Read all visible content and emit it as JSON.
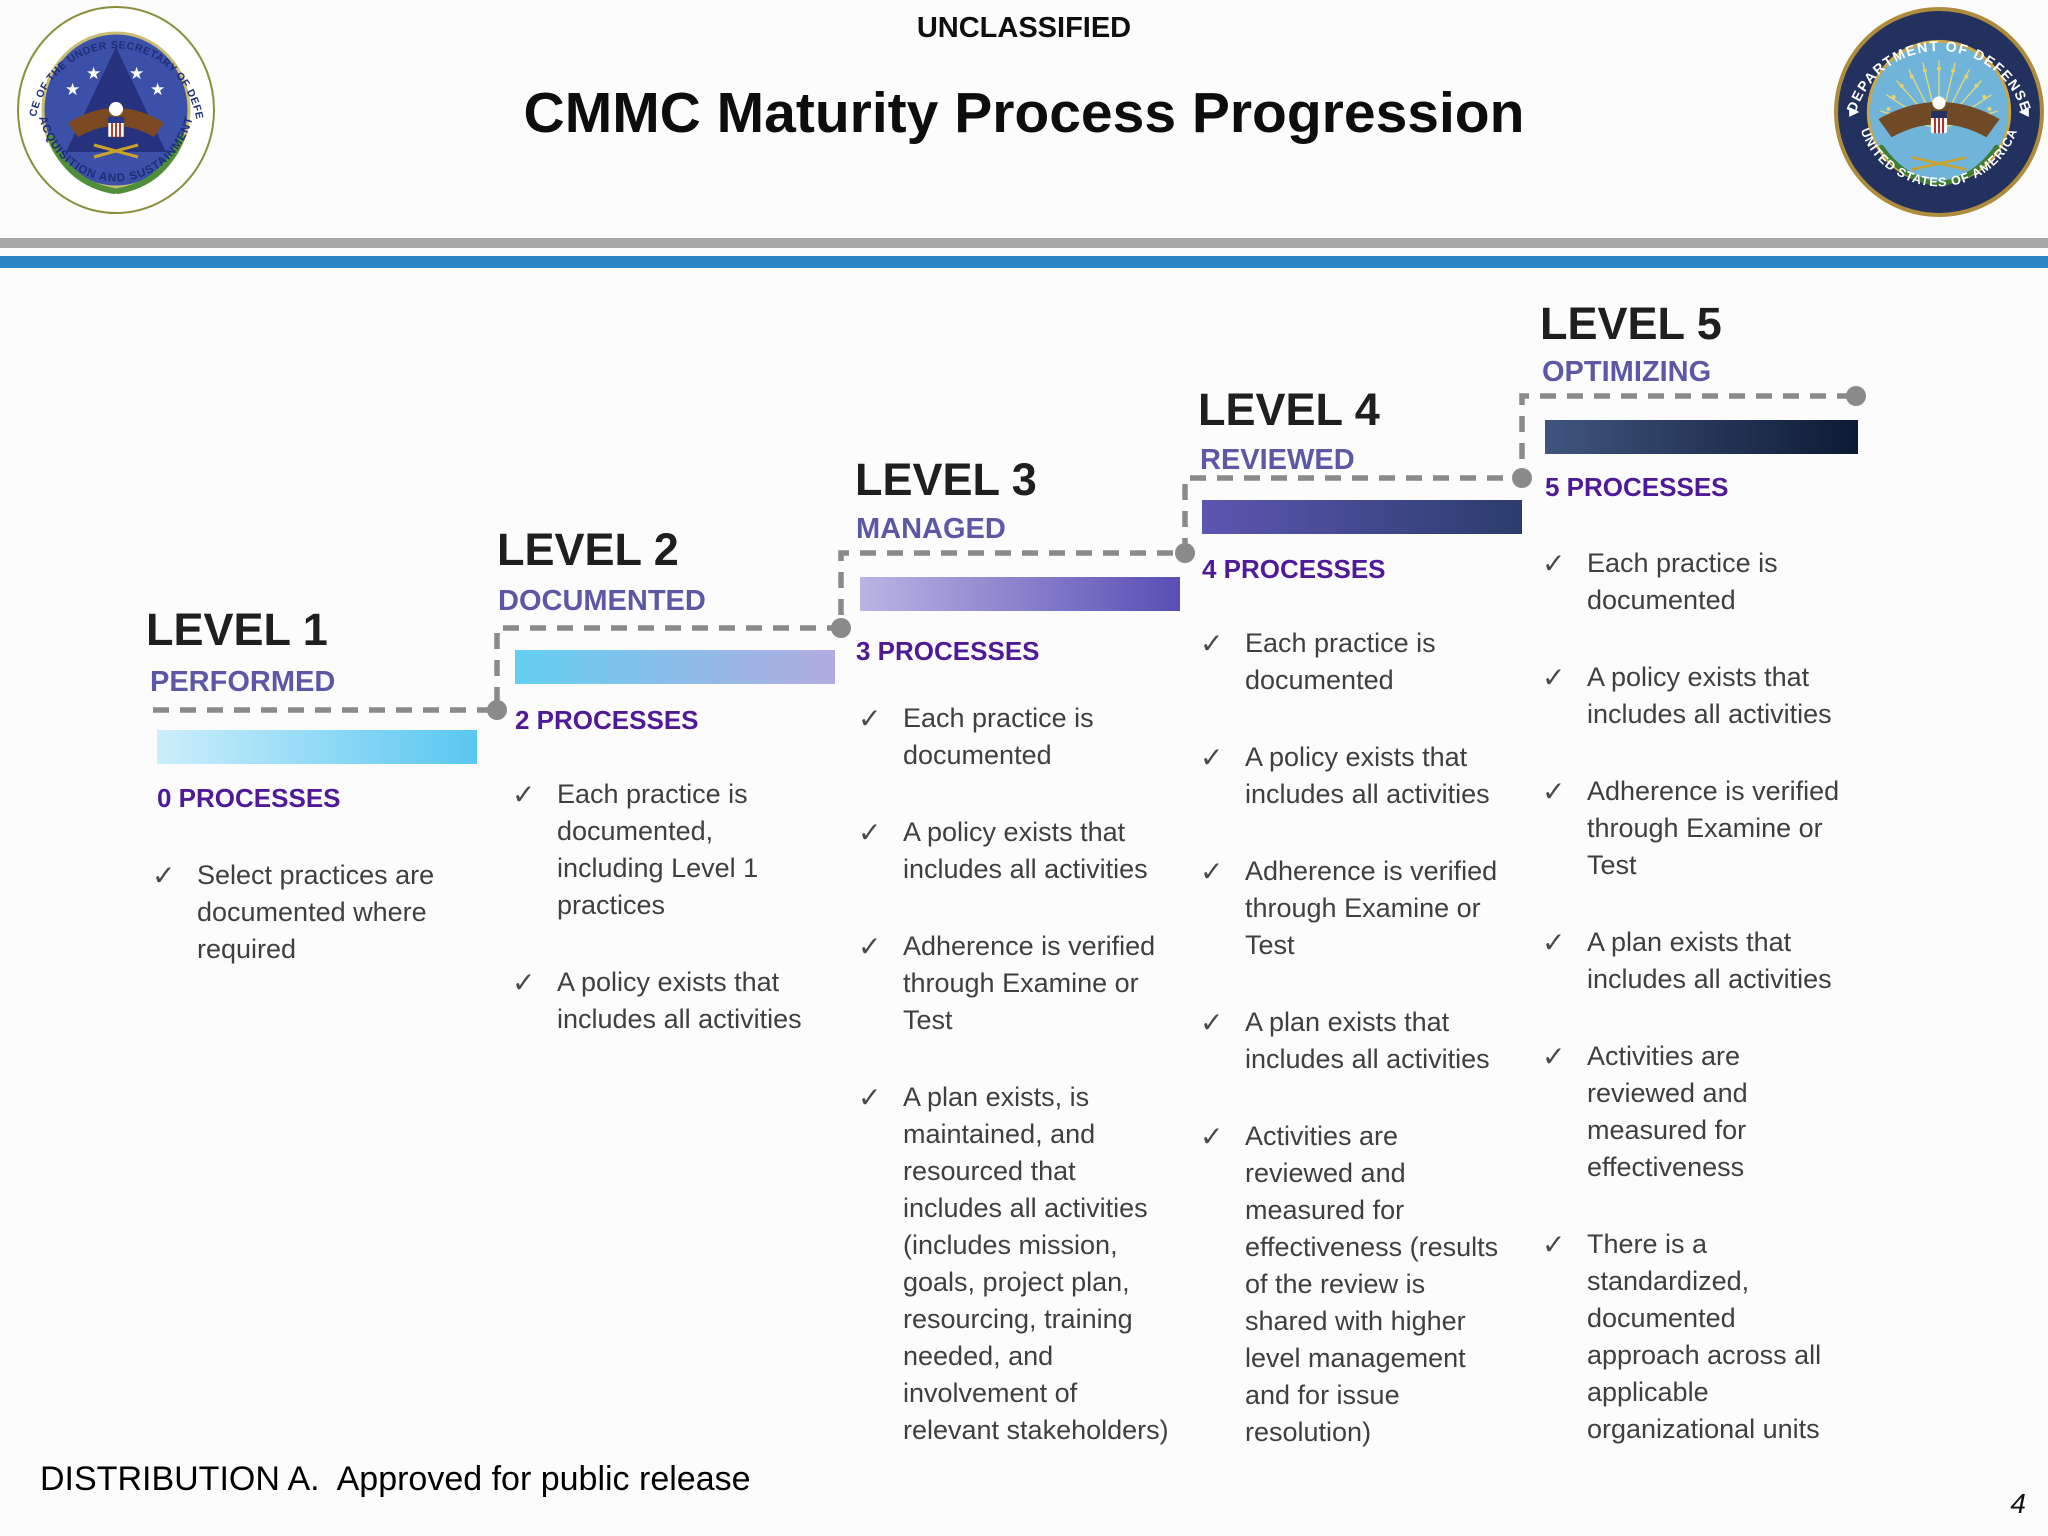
{
  "header": {
    "classification": "UNCLASSIFIED",
    "title": "CMMC Maturity Process Progression"
  },
  "left_seal": {
    "ring_text_top": "OFFICE OF THE UNDER SECRETARY OF DEFENSE",
    "ring_text_bottom": "ACQUISITION AND SUSTAINMENT"
  },
  "right_seal": {
    "ring_text_top": "DEPARTMENT OF DEFENSE",
    "ring_text_bottom": "UNITED STATES OF AMERICA"
  },
  "icons": {
    "checkmark": "✓"
  },
  "levels": [
    {
      "name": "LEVEL 1",
      "subtitle": "PERFORMED",
      "processes": "0 PROCESSES",
      "bar_colors": [
        "#cceefb",
        "#59c7f0"
      ],
      "bullets": [
        "Select practices are documented where required"
      ]
    },
    {
      "name": "LEVEL 2",
      "subtitle": "DOCUMENTED",
      "processes": "2 PROCESSES",
      "bar_colors": [
        "#64cff2",
        "#b2abdf"
      ],
      "bullets": [
        "Each practice is documented, including Level 1 practices",
        "A policy exists that includes all activities"
      ]
    },
    {
      "name": "LEVEL 3",
      "subtitle": "MANAGED",
      "processes": "3 PROCESSES",
      "bar_colors": [
        "#bab5e4",
        "#584eb4"
      ],
      "bullets": [
        "Each practice is documented",
        "A policy exists that includes all activities",
        "Adherence is verified through Examine or Test",
        "A plan exists, is maintained, and resourced that includes all activities (includes mission, goals, project plan, resourcing, training needed, and involvement of relevant stakeholders)"
      ]
    },
    {
      "name": "LEVEL 4",
      "subtitle": "REVIEWED",
      "processes": "4 PROCESSES",
      "bar_colors": [
        "#5d56b2",
        "#2b3c6c"
      ],
      "bullets": [
        "Each practice is documented",
        "A policy exists that includes all activities",
        "Adherence is verified through Examine or Test",
        "A plan exists that includes all activities",
        "Activities are reviewed and measured for effectiveness (results of the review is shared with higher level management and for issue resolution)"
      ]
    },
    {
      "name": "LEVEL 5",
      "subtitle": "OPTIMIZING",
      "processes": "5 PROCESSES",
      "bar_colors": [
        "#40557f",
        "#0d1a33"
      ],
      "bullets": [
        "Each practice is documented",
        "A policy exists that includes all activities",
        "Adherence is verified through Examine or Test",
        "A plan exists that includes all activities",
        "Activities are reviewed and measured for effectiveness",
        "There is a standardized, documented approach across all applicable organizational units"
      ]
    }
  ],
  "footer": {
    "distribution": "DISTRIBUTION A.  Approved for public release",
    "page_number": "4"
  },
  "colors": {
    "divider_gray": "#a7a7a7",
    "divider_blue": "#2d85c5",
    "dashed_line": "#8a8a8a",
    "heading_dark": "#1f1f1f",
    "subtitle_purple": "#5c58a6",
    "processes_purple": "#4e1a97",
    "body_text": "#3f3f3f"
  }
}
